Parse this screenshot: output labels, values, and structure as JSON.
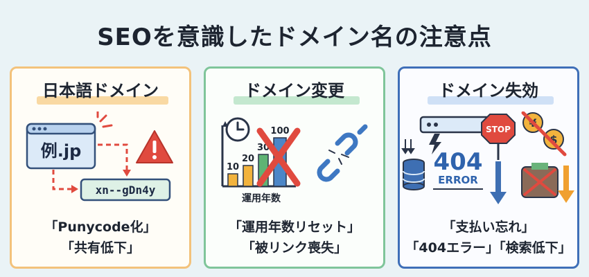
{
  "title": "SEOを意識したドメイン名の注意点",
  "cards": [
    {
      "heading": "日本語ドメイン",
      "illustration": {
        "domain_label": "例.jp",
        "punycode_label": "xn--gDn4y"
      },
      "caption_lines": [
        "「Punycode化」",
        "「共有低下」"
      ]
    },
    {
      "heading": "ドメイン変更",
      "illustration": {
        "bar_labels": [
          "10",
          "20",
          "30",
          "100"
        ],
        "axis_label": "運用年数"
      },
      "caption_lines": [
        "「運用年数リセット」",
        "「被リンク喪失」"
      ]
    },
    {
      "heading": "ドメイン失効",
      "illustration": {
        "stop_label": "STOP",
        "error_code": "404",
        "error_word": "ERROR"
      },
      "caption_lines": [
        "「支払い忘れ」",
        "「404エラー」「検索低下」"
      ]
    }
  ],
  "colors": {
    "card1_border": "#f3c27b",
    "card2_border": "#7fc59a",
    "card3_border": "#3f6fb8",
    "warning_red": "#e04a3f",
    "accent_orange": "#f0a030"
  }
}
